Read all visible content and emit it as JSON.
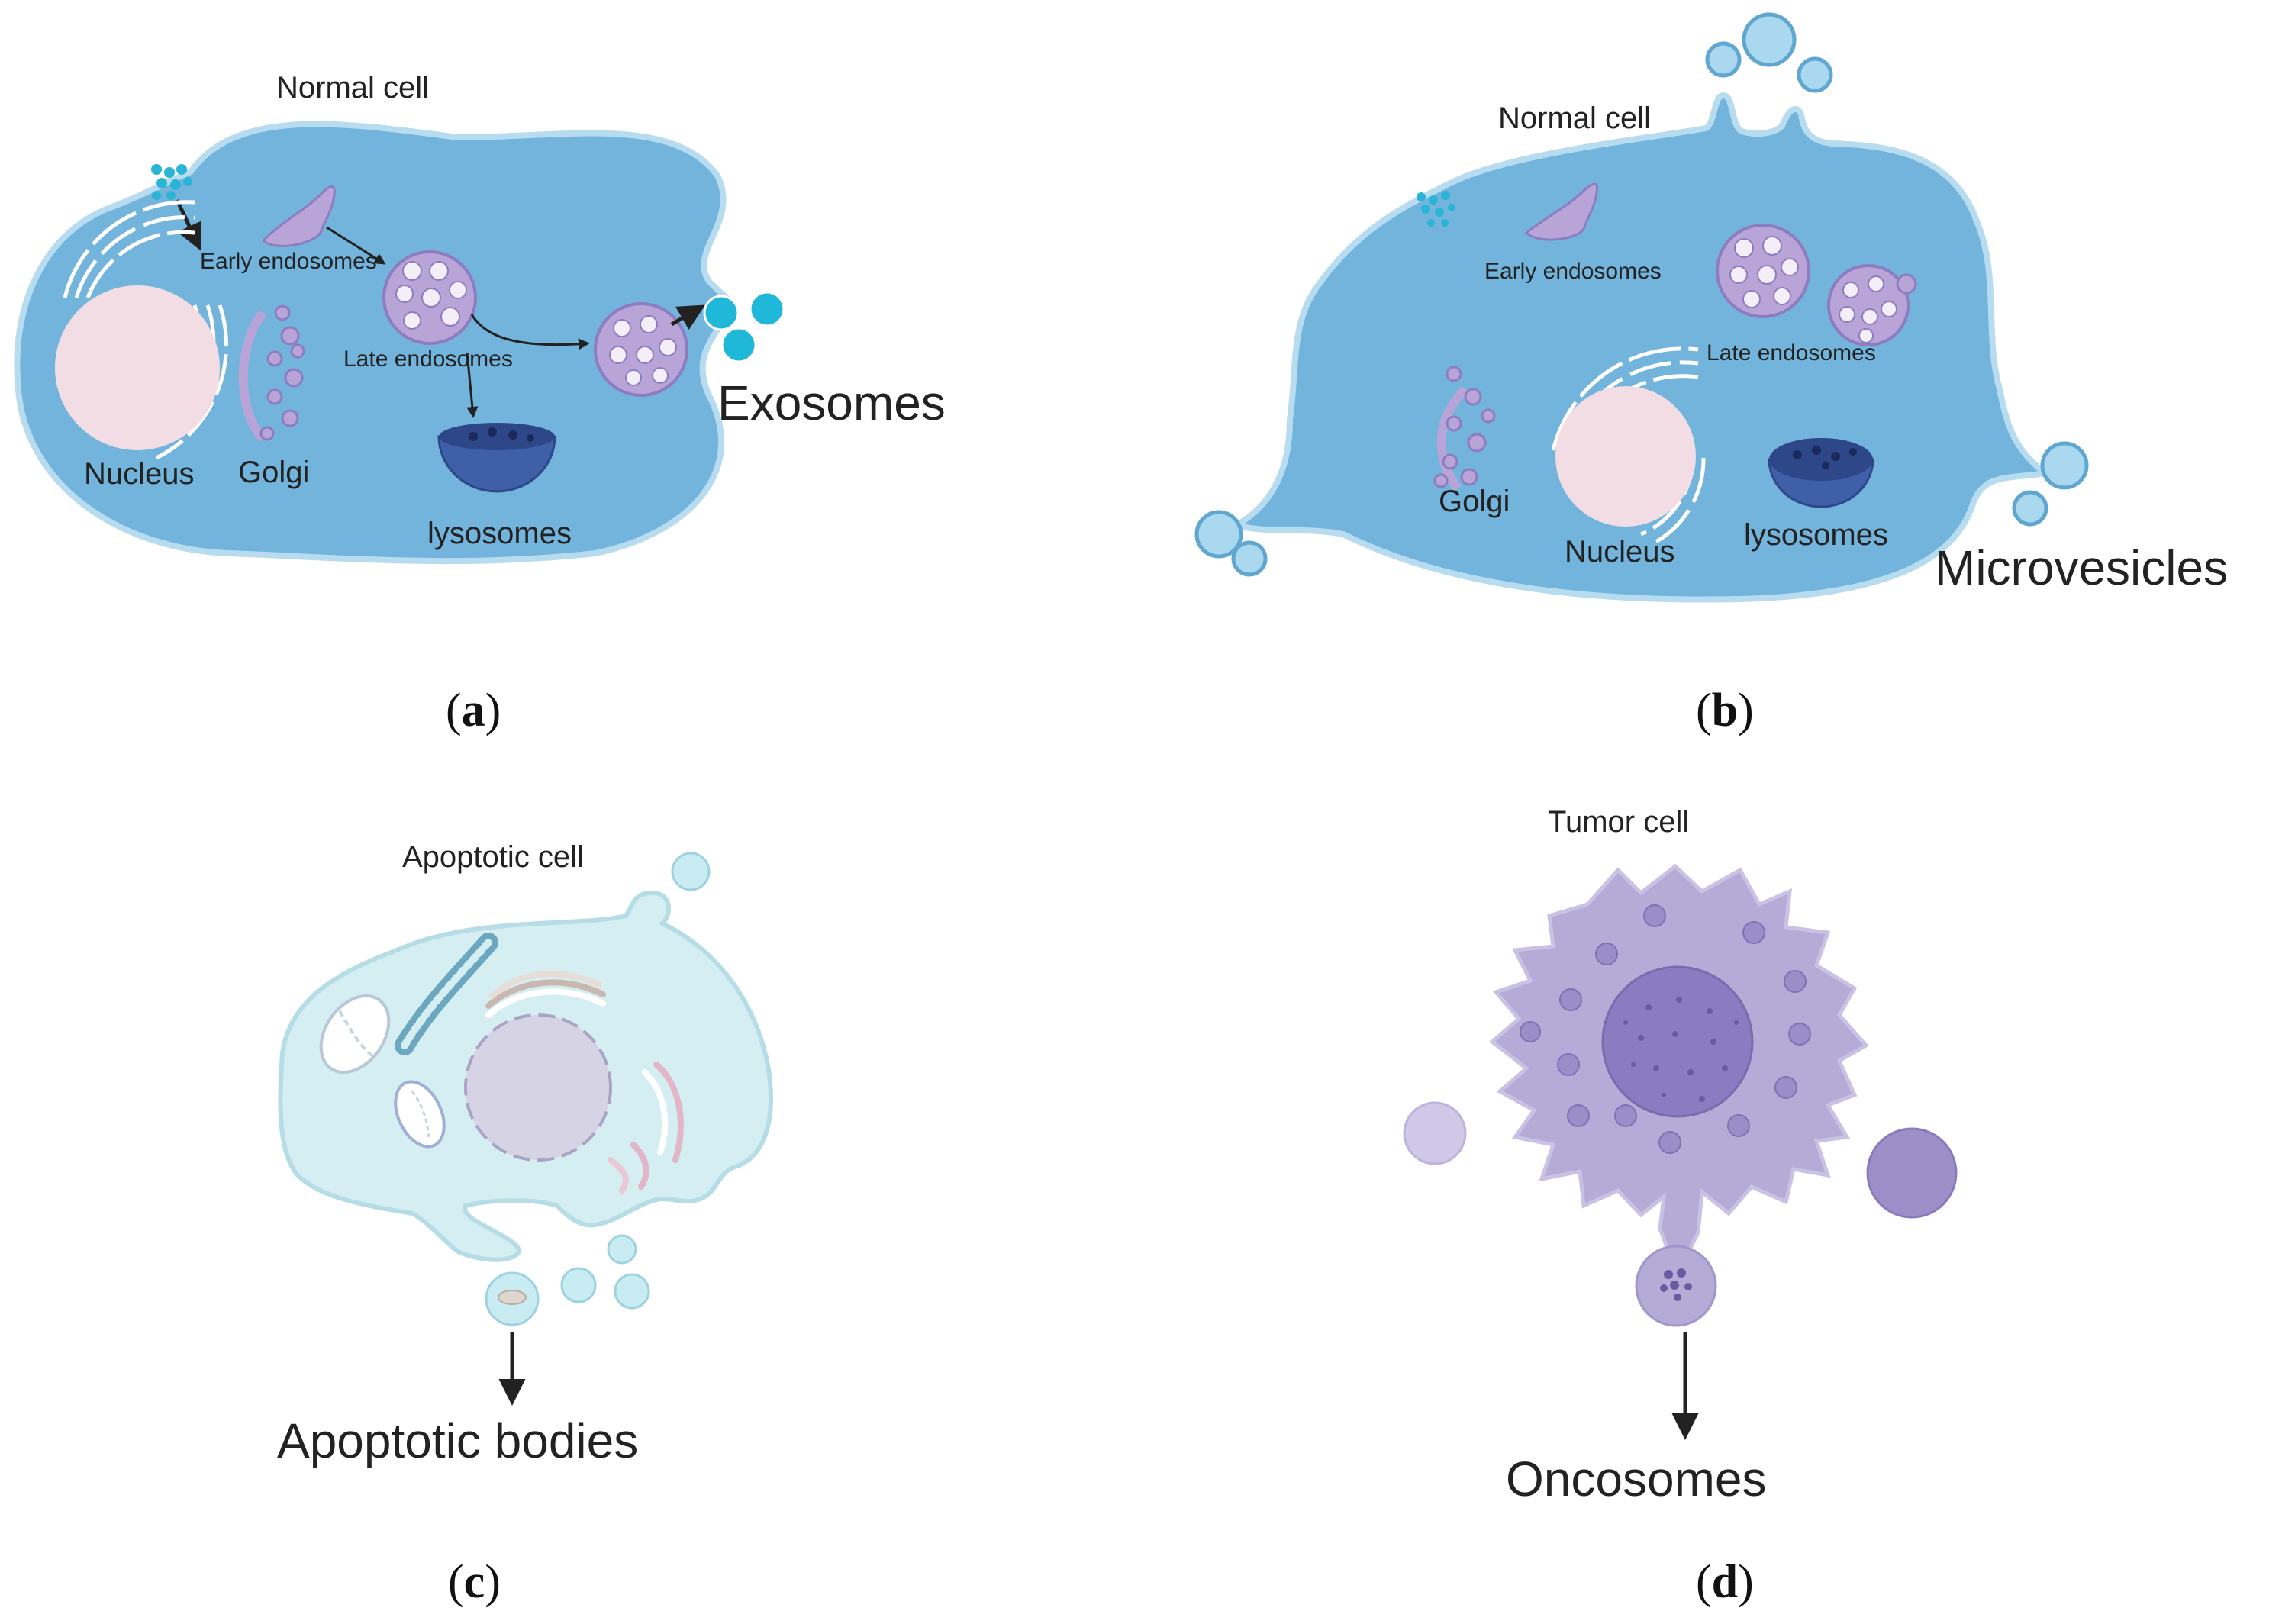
{
  "panel_a": {
    "caption_letter": "a",
    "cell_label": "Normal cell",
    "early_endosomes": "Early endosomes",
    "late_endosomes": "Late endosomes",
    "nucleus": "Nucleus",
    "golgi": "Golgi",
    "lysosomes": "lysosomes",
    "vesicle_label": "Exosomes"
  },
  "panel_b": {
    "caption_letter": "b",
    "cell_label": "Normal cell",
    "early_endosomes": "Early endosomes",
    "late_endosomes": "Late endosomes",
    "golgi": "Golgi",
    "nucleus": "Nucleus",
    "lysosomes": "lysosomes",
    "vesicle_label": "Microvesicles"
  },
  "panel_c": {
    "caption_letter": "c",
    "cell_label": "Apoptotic cell",
    "vesicle_label": "Apoptotic bodies"
  },
  "panel_d": {
    "caption_letter": "d",
    "cell_label": "Tumor cell",
    "vesicle_label": "Oncosomes"
  },
  "colors": {
    "cell_blue": "#72b4dc",
    "membrane": "#b8dcef",
    "nucleus_pink": "#f2dde5",
    "organelle_purple": "#b9a4d8",
    "exosome_cyan": "#1fb8d8",
    "lysosome_navy": "#3f5fa8",
    "apoptotic_fill": "#d4eef2",
    "tumor_fill": "#b4acd6",
    "tumor_nucleus": "#8b7bc0"
  }
}
